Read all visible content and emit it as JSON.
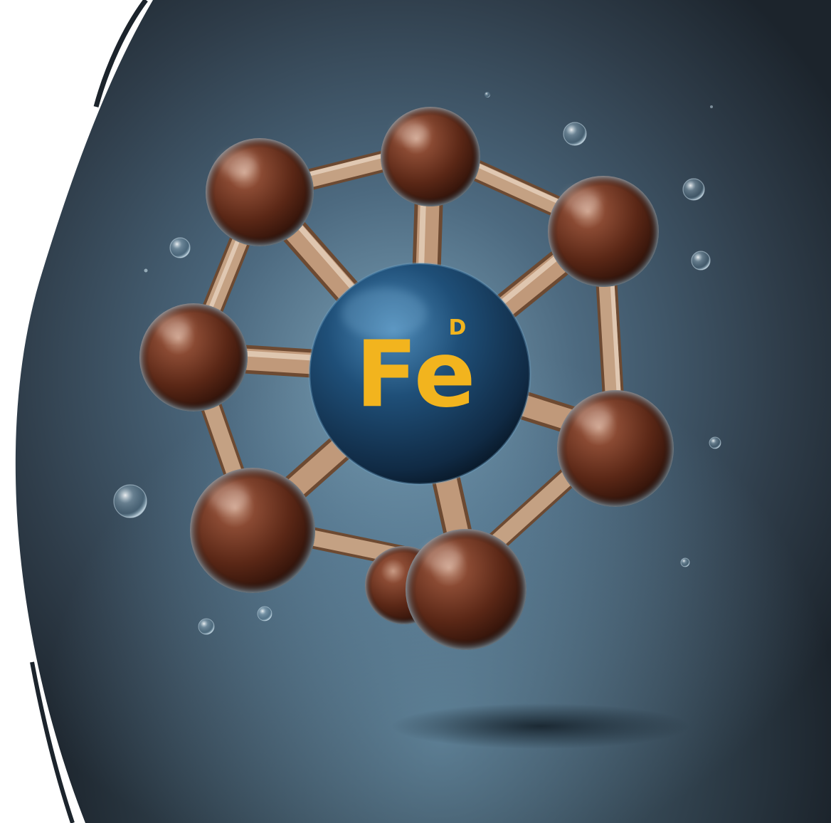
{
  "center_atom": {
    "symbol": "Fe",
    "superscript": "D",
    "color": "#1e4466",
    "label_color": "#f2b41e"
  },
  "outer_atom_color": "#5c2a17",
  "bond_color": "#b59276",
  "background_color": "#2a3845",
  "icons": [
    "molecule-illustration",
    "bubble-icon"
  ]
}
